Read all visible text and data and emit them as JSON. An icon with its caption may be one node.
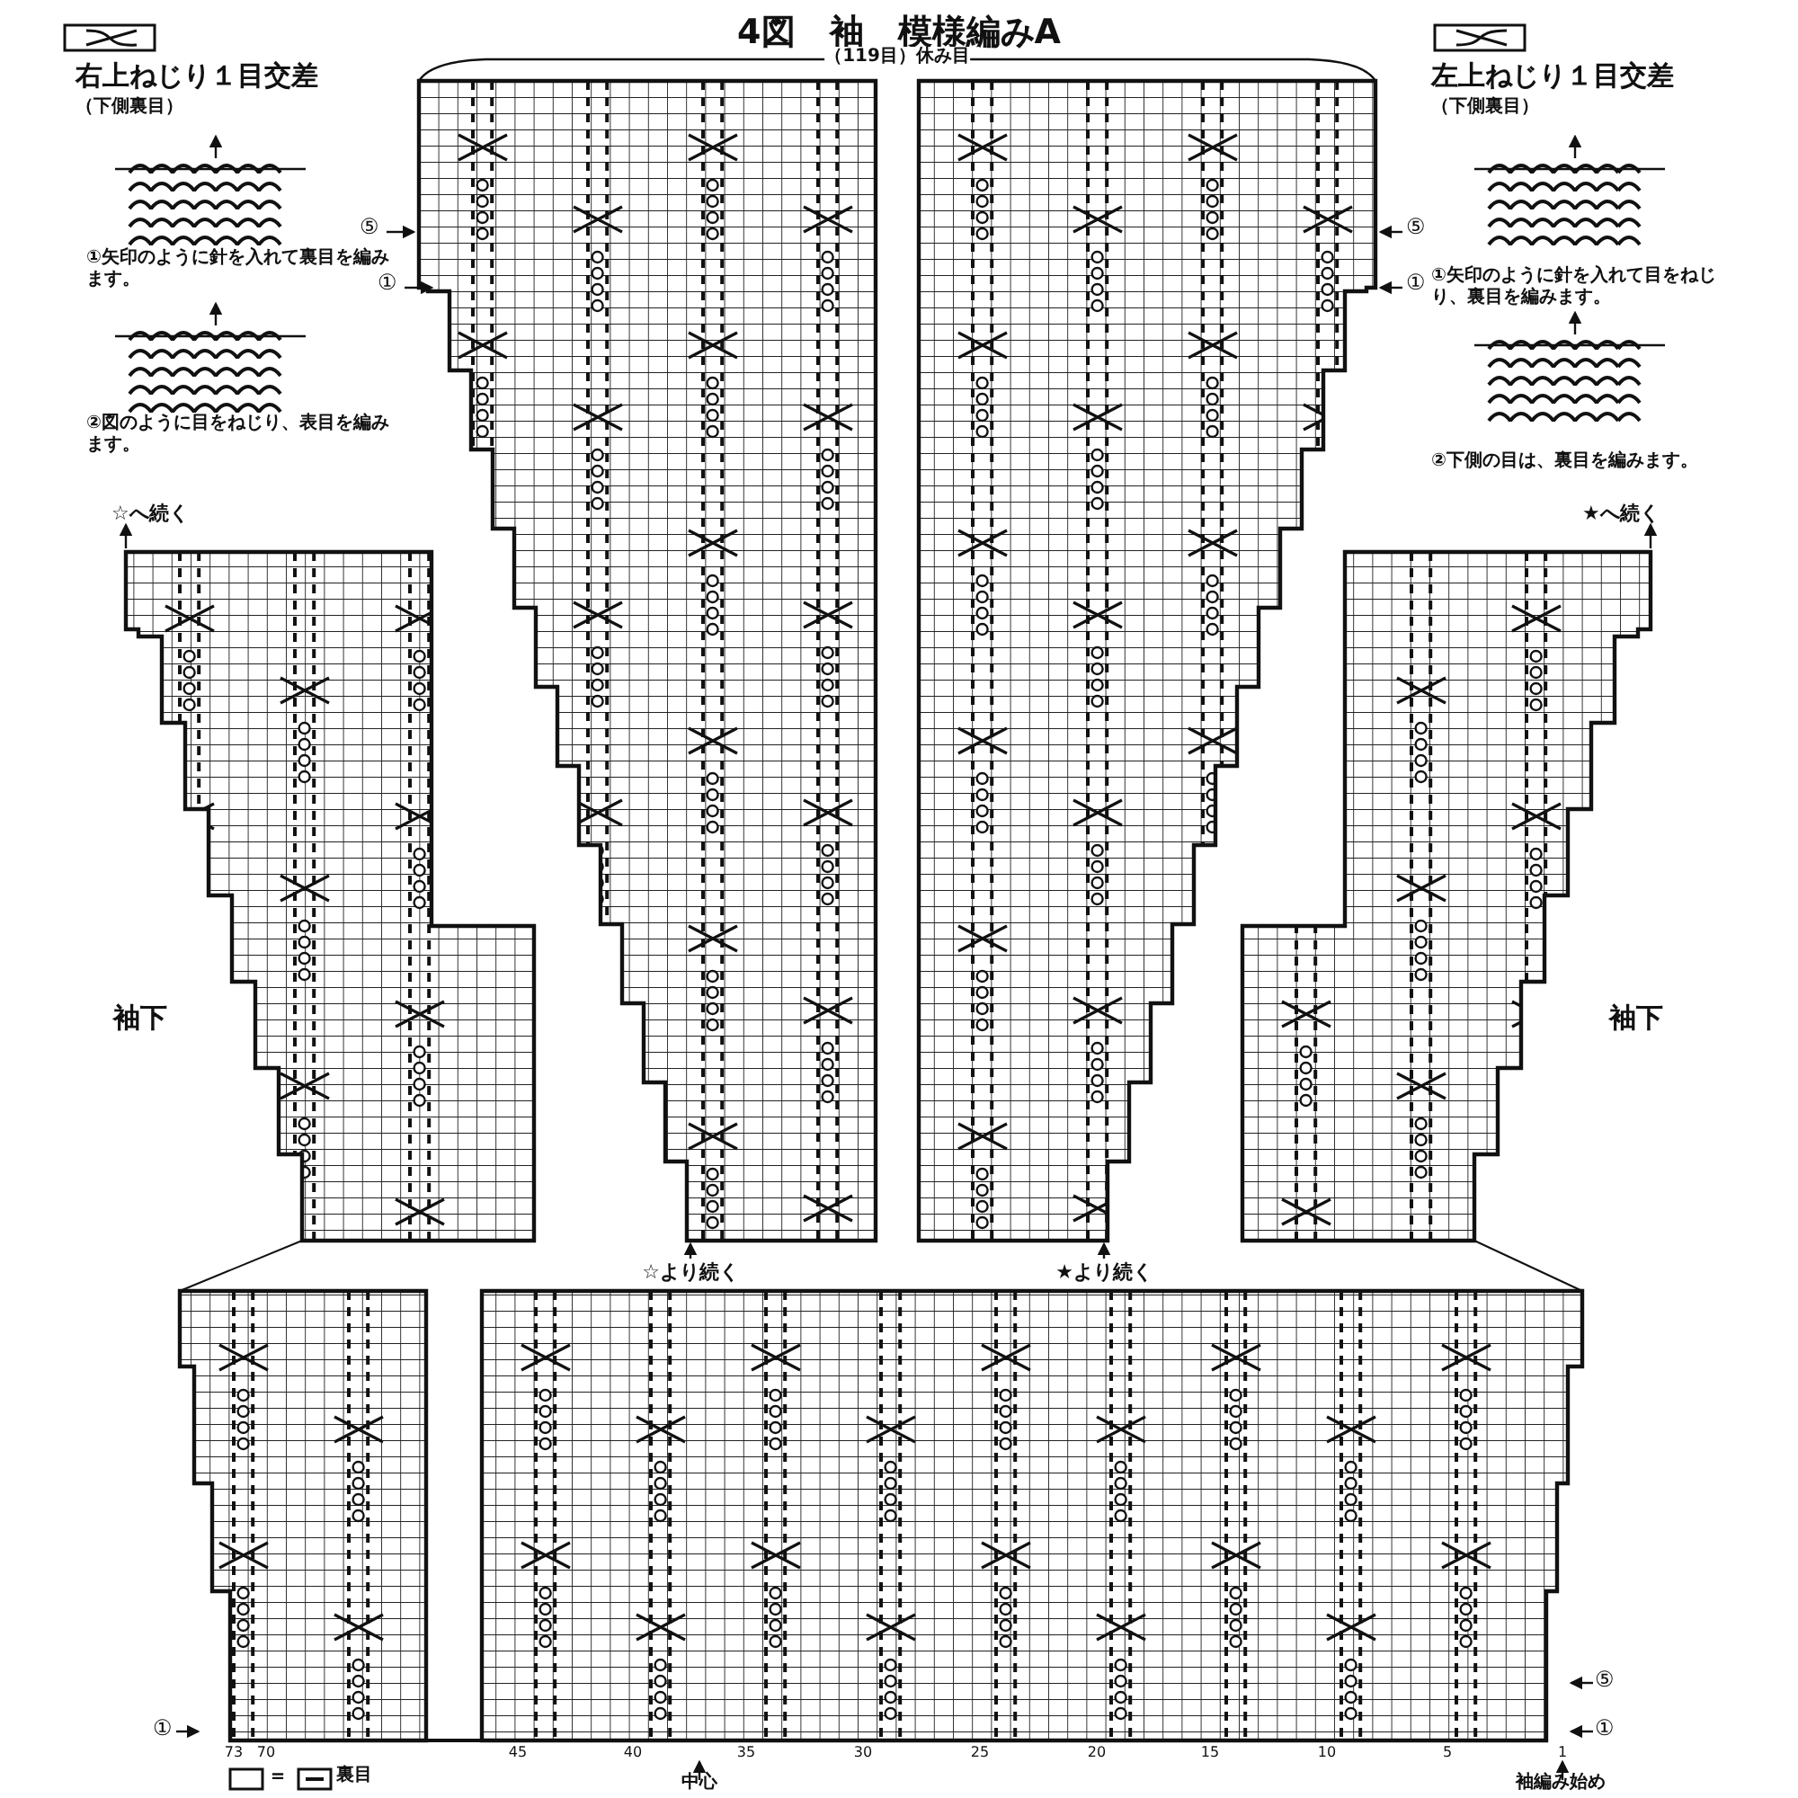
{
  "diagram": {
    "title": "4図　袖　模様編みA",
    "labels": [
      "右上ねじり１目交差",
      "（下側裏目）",
      "①矢印のように針を入れて裏目を編みます。",
      "②図のように目をねじり、表目を編みます。",
      "左上ねじり１目交差",
      "（下側裏目）",
      "①矢印のように針を入れて目をねじり、裏目を編みます。",
      "②下側の目は、裏目を編みます。",
      "（119目）休み目",
      "⑤",
      "①",
      "⑤",
      "①",
      "☆へ続く",
      "★へ続く",
      "袖下",
      "袖下",
      "☆より続く",
      "★より続く",
      "①",
      "⑤",
      "①",
      "73",
      "70",
      "45",
      "40",
      "35",
      "30",
      "25",
      "20",
      "15",
      "10",
      "5",
      "1",
      "中心",
      "袖編み始め",
      "＝",
      "裏目"
    ]
  }
}
